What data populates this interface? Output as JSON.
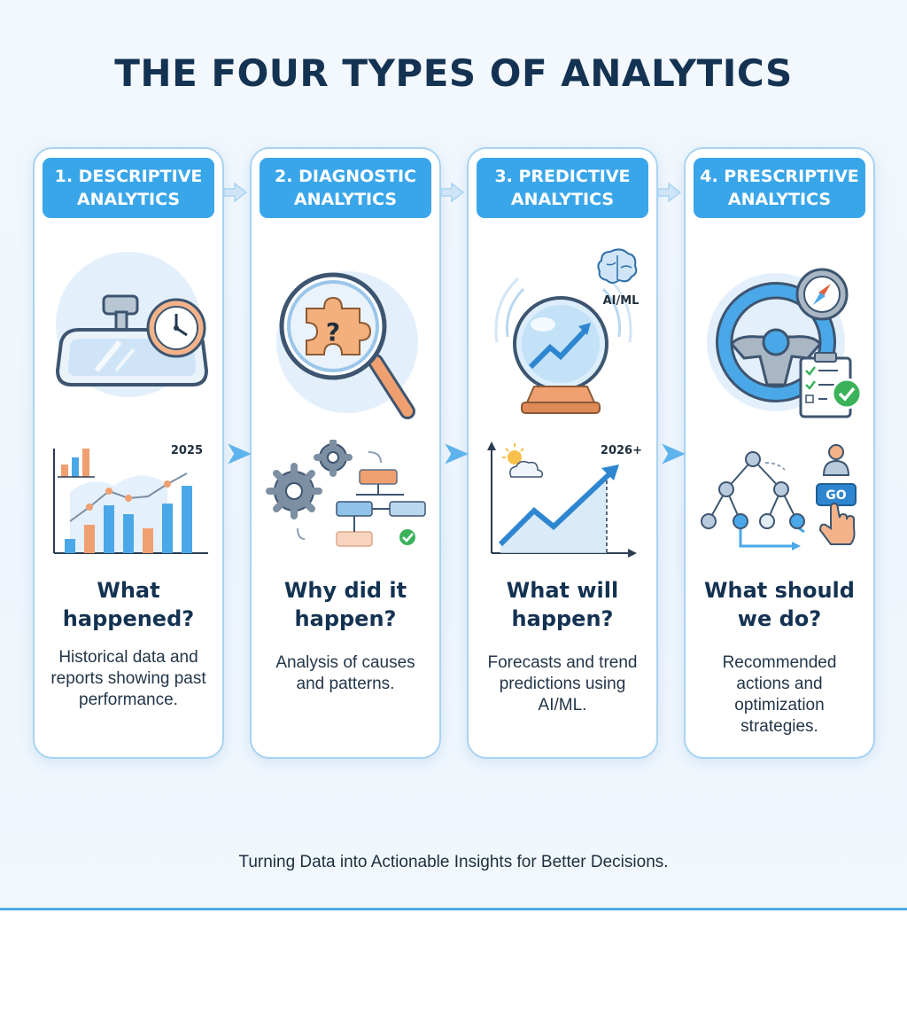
{
  "title": "THE FOUR TYPES OF ANALYTICS",
  "footer": "Turning Data into Actionable Insights for Better Decisions.",
  "colors": {
    "accent": "#3aa6ea",
    "title": "#143252",
    "card_border": "#a9d3f2",
    "orange": "#f0a070",
    "green": "#3ab25a"
  },
  "cards": [
    {
      "header_line1": "1. DESCRIPTIVE",
      "header_line2": "ANALYTICS",
      "question": "What happened?",
      "description": "Historical data and reports showing past performance.",
      "chart_label": "2025",
      "icons": [
        "rearview-mirror-icon",
        "clock-icon",
        "bar-line-chart-icon"
      ]
    },
    {
      "header_line1": "2. DIAGNOSTIC",
      "header_line2": "ANALYTICS",
      "question": "Why did it happen?",
      "description": "Analysis of causes and patterns.",
      "icons": [
        "magnifying-glass-icon",
        "puzzle-piece-icon",
        "gears-flowchart-icon"
      ]
    },
    {
      "header_line1": "3. PREDICTIVE",
      "header_line2": "ANALYTICS",
      "question": "What will happen?",
      "description": "Forecasts and trend predictions using AI/ML.",
      "badge": "AI/ML",
      "chart_label": "2026+",
      "icons": [
        "crystal-ball-icon",
        "brain-icon",
        "trend-arrow-chart-icon",
        "weather-icon"
      ]
    },
    {
      "header_line1": "4. PRESCRIPTIVE",
      "header_line2": "ANALYTICS",
      "question": "What should we do?",
      "description": "Recommended actions and optimization strategies.",
      "button_label": "GO",
      "icons": [
        "steering-wheel-icon",
        "compass-icon",
        "checklist-icon",
        "decision-tree-icon",
        "pointing-hand-icon"
      ]
    }
  ]
}
